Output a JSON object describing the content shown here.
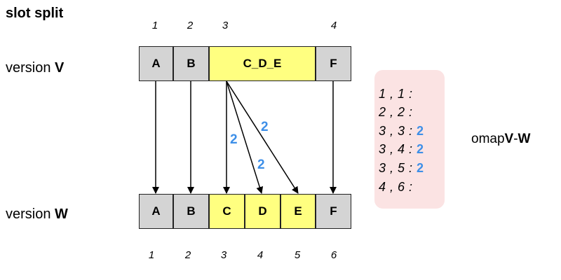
{
  "title": "slot split",
  "version_v": {
    "prefix": "version ",
    "name": "V"
  },
  "version_w": {
    "prefix": "version ",
    "name": "W"
  },
  "top_indices": [
    "1",
    "2",
    "3",
    "4"
  ],
  "bottom_indices": [
    "1",
    "2",
    "3",
    "4",
    "5",
    "6"
  ],
  "top_slots": [
    {
      "label": "A",
      "color": "gray"
    },
    {
      "label": "B",
      "color": "gray"
    },
    {
      "label": "C_D_E",
      "color": "yellow"
    },
    {
      "label": "F",
      "color": "gray"
    }
  ],
  "bottom_slots": [
    {
      "label": "A",
      "color": "gray"
    },
    {
      "label": "B",
      "color": "gray"
    },
    {
      "label": "C",
      "color": "yellow"
    },
    {
      "label": "D",
      "color": "yellow"
    },
    {
      "label": "E",
      "color": "yellow"
    },
    {
      "label": "F",
      "color": "gray"
    }
  ],
  "arrow_labels": [
    "2",
    "2",
    "2"
  ],
  "omap": {
    "title_prefix": "omap",
    "title_v": "V",
    "title_dash": "-",
    "title_w": "W",
    "rows": [
      {
        "mapping": "1 , 1 :",
        "count": ""
      },
      {
        "mapping": "2 , 2 :",
        "count": ""
      },
      {
        "mapping": "3 , 3 :",
        "count": "2"
      },
      {
        "mapping": "3 , 4 :",
        "count": "2"
      },
      {
        "mapping": "3 , 5 :",
        "count": "2"
      },
      {
        "mapping": "4 , 6 :",
        "count": ""
      }
    ]
  },
  "colors": {
    "gray": "#d4d4d4",
    "yellow": "#ffff80",
    "accent": "#3d8fe8",
    "omap_bg": "#fbe3e3"
  }
}
